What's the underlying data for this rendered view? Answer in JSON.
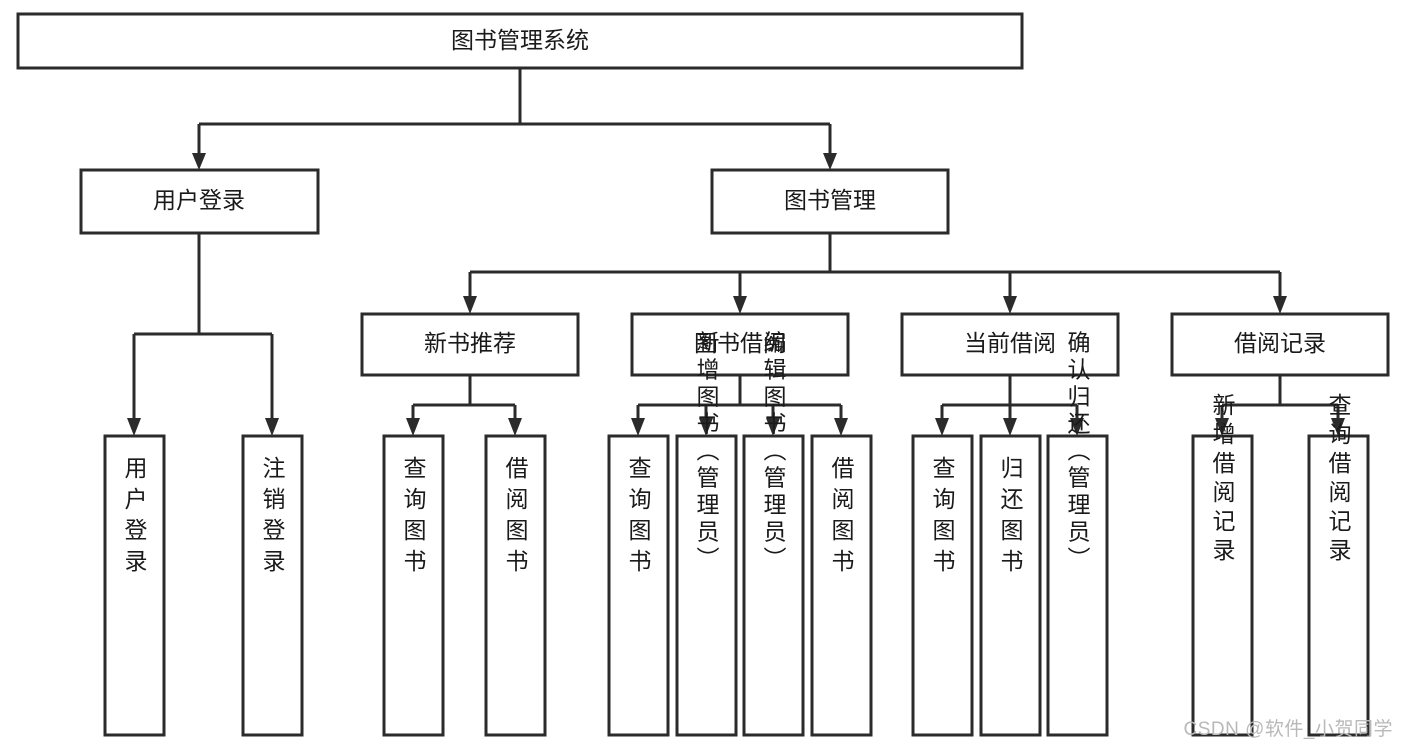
{
  "diagram": {
    "type": "tree-hierarchy",
    "title": "图书管理系统",
    "watermark": "CSDN @软件_小贺同学",
    "colors": {
      "stroke": "#2b2b2b",
      "box_fill": "#ffffff",
      "text": "#1a1a1a",
      "background": "#ffffff",
      "watermark": "#b9b9b9"
    },
    "levels": [
      {
        "level": 1,
        "nodes": [
          {
            "id": "root",
            "label": "图书管理系统",
            "orientation": "horizontal"
          }
        ]
      },
      {
        "level": 2,
        "nodes": [
          {
            "id": "user-login",
            "label": "用户登录",
            "orientation": "horizontal",
            "parent": "root"
          },
          {
            "id": "book-manage",
            "label": "图书管理",
            "orientation": "horizontal",
            "parent": "root"
          }
        ]
      },
      {
        "level": 3,
        "nodes": [
          {
            "id": "new-book-rec",
            "label": "新书推荐",
            "orientation": "horizontal",
            "parent": "book-manage"
          },
          {
            "id": "book-borrow",
            "label": "图书借阅",
            "orientation": "horizontal",
            "parent": "book-manage"
          },
          {
            "id": "current-borrow",
            "label": "当前借阅",
            "orientation": "horizontal",
            "parent": "book-manage"
          },
          {
            "id": "borrow-record",
            "label": "借阅记录",
            "orientation": "horizontal",
            "parent": "book-manage"
          }
        ]
      },
      {
        "level": 4,
        "nodes": [
          {
            "id": "leaf-user-login",
            "label": "用户登录",
            "orientation": "vertical",
            "parent": "user-login"
          },
          {
            "id": "leaf-logout",
            "label": "注销登录",
            "orientation": "vertical",
            "parent": "user-login"
          },
          {
            "id": "leaf-query-book-1",
            "label": "查询图书",
            "orientation": "vertical",
            "parent": "new-book-rec"
          },
          {
            "id": "leaf-borrow-book-1",
            "label": "借阅图书",
            "orientation": "vertical",
            "parent": "new-book-rec"
          },
          {
            "id": "leaf-query-book-2",
            "label": "查询图书",
            "orientation": "vertical",
            "parent": "book-borrow"
          },
          {
            "id": "leaf-add-book",
            "label": "新增图书（管理员）",
            "orientation": "vertical",
            "parent": "book-borrow"
          },
          {
            "id": "leaf-edit-book",
            "label": "编辑图书（管理员）",
            "orientation": "vertical",
            "parent": "book-borrow"
          },
          {
            "id": "leaf-borrow-book-2",
            "label": "借阅图书",
            "orientation": "vertical",
            "parent": "book-borrow"
          },
          {
            "id": "leaf-query-book-3",
            "label": "查询图书",
            "orientation": "vertical",
            "parent": "current-borrow"
          },
          {
            "id": "leaf-return-book",
            "label": "归还图书",
            "orientation": "vertical",
            "parent": "current-borrow"
          },
          {
            "id": "leaf-confirm-return",
            "label": "确认归还（管理员）",
            "orientation": "vertical",
            "parent": "current-borrow"
          },
          {
            "id": "leaf-add-record",
            "label": "新增借阅记录",
            "orientation": "vertical",
            "parent": "borrow-record"
          },
          {
            "id": "leaf-query-record",
            "label": "查询借阅记录",
            "orientation": "vertical",
            "parent": "borrow-record"
          }
        ]
      }
    ]
  }
}
